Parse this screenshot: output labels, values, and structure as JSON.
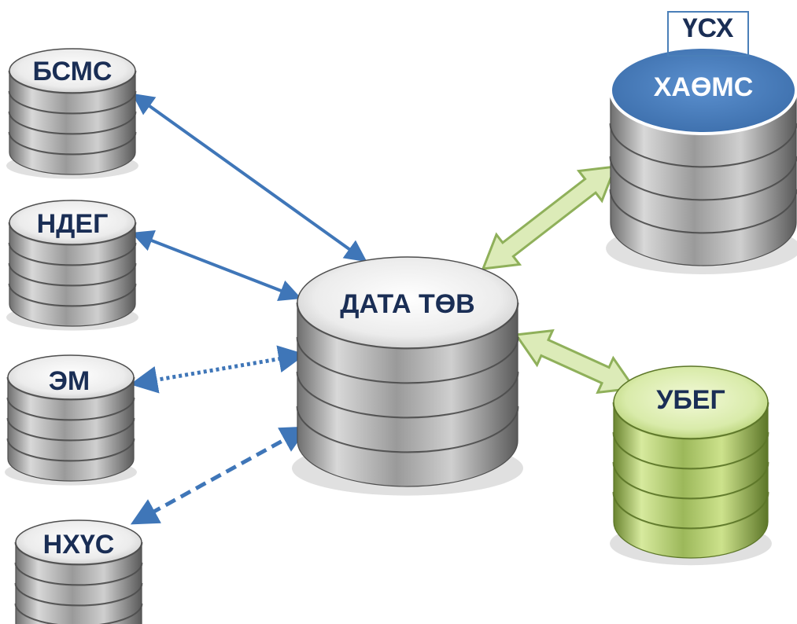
{
  "colors": {
    "silver_top": "#f4f4f4",
    "silver_side": "#8a8a8a",
    "blue_top": "#4a80c0",
    "green_top": "#d6e9a0",
    "green_side": "#7e9a3c",
    "blue_arrow": "#3f76b8",
    "green_arrow": "#a9c96a",
    "label_dark": "#1a2e55",
    "label_white": "#ffffff"
  },
  "center": {
    "label": "ДАТА ТӨВ"
  },
  "left_databases": [
    {
      "label": "БСМС",
      "link": "solid"
    },
    {
      "label": "НДЕГ",
      "link": "solid"
    },
    {
      "label": "ЭМ",
      "link": "dotted"
    },
    {
      "label": "НХҮС",
      "link": "dashed"
    }
  ],
  "right_databases": [
    {
      "label": "ХАӨМС",
      "style": "blue",
      "link": "double-green"
    },
    {
      "label": "УБЕГ",
      "style": "green",
      "link": "double-green"
    }
  ],
  "top_tag": {
    "label": "ҮСХ"
  }
}
